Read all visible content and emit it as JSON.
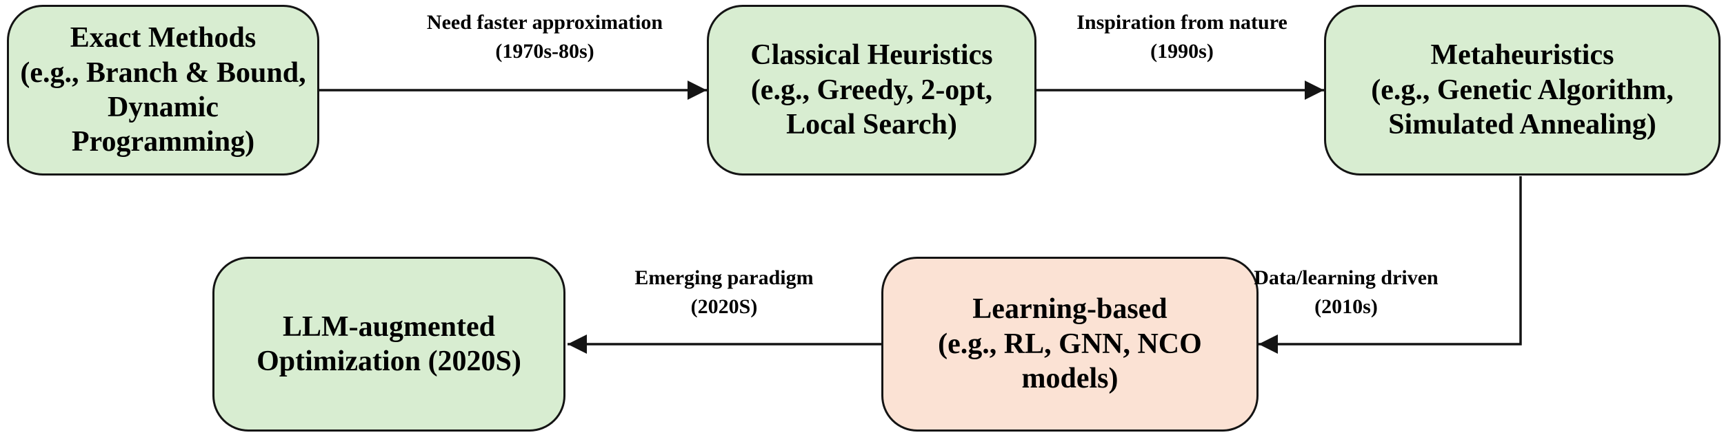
{
  "diagram": {
    "description": "Evolution of optimization methods flowchart",
    "boxes": [
      {
        "id": "exact-methods",
        "text": "Exact Methods\n(e.g., Branch & Bound,\nDynamic Programming)",
        "fill": "#d8edd1"
      },
      {
        "id": "classical-heuristics",
        "text": "Classical Heuristics\n(e.g., Greedy, 2-opt,\nLocal Search)",
        "fill": "#d8edd1"
      },
      {
        "id": "metaheuristics",
        "text": "Metaheuristics\n(e.g., Genetic Algorithm,\nSimulated Annealing)",
        "fill": "#d8edd1"
      },
      {
        "id": "learning-based",
        "text": "Learning-based\n(e.g., RL, GNN, NCO\nmodels)",
        "fill": "#fbe2d4"
      },
      {
        "id": "llm-augmented",
        "text": "LLM-augmented\nOptimization (2020S)",
        "fill": "#d8edd1"
      }
    ],
    "edges": [
      {
        "id": "exact-to-classical",
        "label": "Need faster approximation\n(1970s-80s)"
      },
      {
        "id": "classical-to-meta",
        "label": "Inspiration from nature\n(1990s)"
      },
      {
        "id": "meta-to-learning",
        "label": "Data/learning driven\n(2010s)"
      },
      {
        "id": "learning-to-llm",
        "label": "Emerging paradigm\n(2020S)"
      }
    ],
    "colors": {
      "box_green": "#d8edd1",
      "box_pink": "#fbe2d4",
      "border": "#141414",
      "arrow": "#141414",
      "text": "#000000"
    }
  }
}
